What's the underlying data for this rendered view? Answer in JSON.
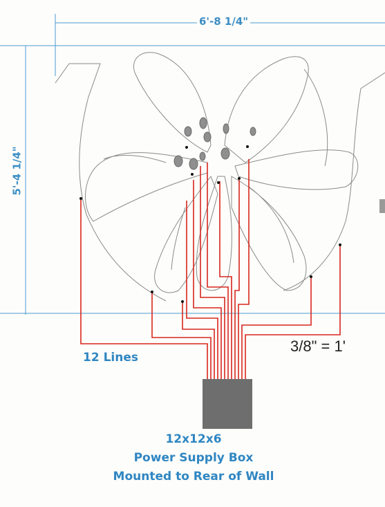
{
  "dimensions": {
    "width_label": "6'-8 1/4\"",
    "height_label": "5'-4 1/4\""
  },
  "scale_label": "3/8\" = 1'",
  "wiring": {
    "lines_label": "12 Lines"
  },
  "power_box": {
    "size_label": "12x12x6",
    "name_label": "Power Supply Box",
    "mount_label": "Mounted to Rear of Wall"
  },
  "colors": {
    "dimension_line": "#4a9bd1",
    "wire": "#d8261c",
    "outline": "#8a8a8a",
    "box": "#6e6e6e",
    "text_blue": "#2f86c2"
  }
}
